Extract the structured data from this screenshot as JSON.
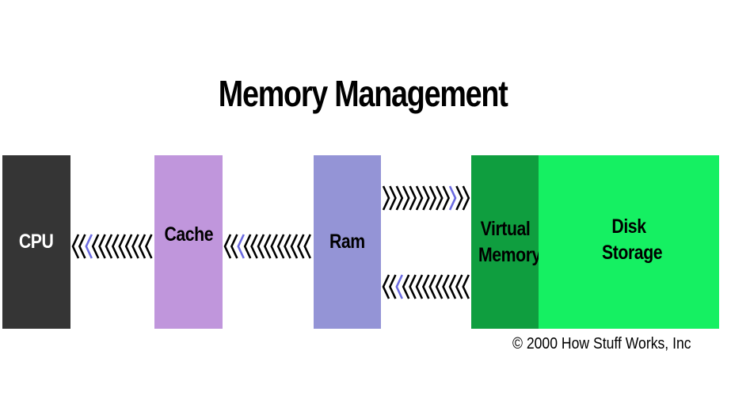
{
  "title": "Memory Management",
  "blocks": {
    "cpu": "CPU",
    "cache": "Cache",
    "ram": "Ram",
    "virtual_memory": "Virtual Memory",
    "disk_storage": "Disk Storage"
  },
  "copyright": "© 2000 How Stuff Works, Inc",
  "colors": {
    "cpu": "#353535",
    "cache": "#c096dc",
    "ram": "#9494d6",
    "virtual_memory": "#0f9e3f",
    "disk_storage": "#15f062",
    "chevron": "#000000",
    "chevron_accent": "#6a6ae0"
  },
  "flows": [
    {
      "from": "cache",
      "to": "cpu",
      "direction": "left"
    },
    {
      "from": "ram",
      "to": "cache",
      "direction": "left"
    },
    {
      "from": "ram",
      "to": "virtual_memory",
      "direction": "right"
    },
    {
      "from": "virtual_memory",
      "to": "ram",
      "direction": "left"
    }
  ]
}
